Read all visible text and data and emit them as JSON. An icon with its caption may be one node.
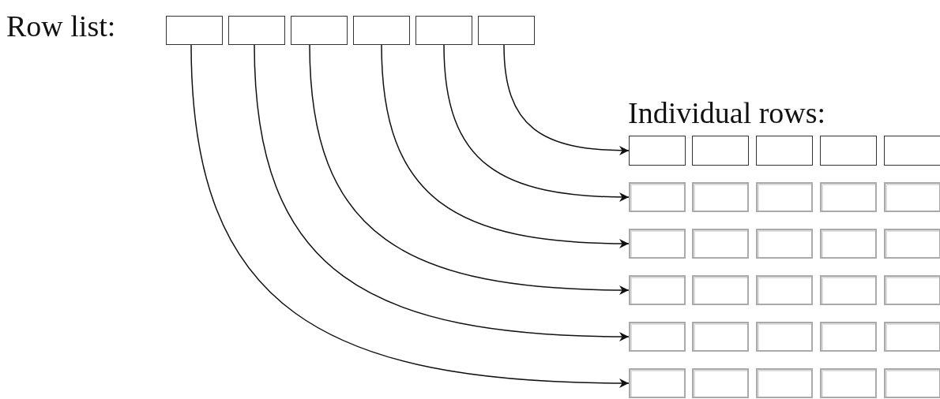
{
  "diagram": {
    "nodes": [
      {
        "text": [],
        "shape": "box"
      },
      {
        "text": [],
        "shape": "box"
      },
      {
        "text": [],
        "shape": "box"
      },
      {
        "text": [],
        "shape": "box"
      },
      {
        "text": [],
        "shape": "box"
      },
      {
        "text": [],
        "shape": "box"
      },
      {
        "text": [],
        "shape": "box"
      },
      {
        "text": [],
        "shape": "box"
      },
      {
        "text": [],
        "shape": "box"
      },
      {
        "text": [],
        "shape": "box"
      },
      {
        "text": [],
        "shape": "box"
      },
      {
        "text": [],
        "shape": "box"
      },
      {
        "text": [],
        "shape": "box"
      },
      {
        "text": [],
        "shape": "box"
      },
      {
        "text": [],
        "shape": "box"
      },
      {
        "text": [],
        "shape": "box"
      },
      {
        "text": [],
        "shape": "box"
      },
      {
        "text": [],
        "shape": "box"
      },
      {
        "text": [],
        "shape": "box"
      },
      {
        "text": [],
        "shape": "box"
      },
      {
        "text": [],
        "shape": "box"
      },
      {
        "text": [],
        "shape": "box"
      },
      {
        "text": [],
        "shape": "box"
      },
      {
        "text": [],
        "shape": "box"
      },
      {
        "text": [],
        "shape": "box"
      },
      {
        "text": [],
        "shape": "box"
      },
      {
        "text": [],
        "shape": "box"
      },
      {
        "text": [],
        "shape": "box"
      },
      {
        "text": [],
        "shape": "box"
      },
      {
        "text": [],
        "shape": "box"
      },
      {
        "text": [],
        "shape": "box"
      },
      {
        "text": [],
        "shape": "box"
      },
      {
        "text": [],
        "shape": "box"
      },
      {
        "text": [],
        "shape": "box"
      },
      {
        "text": [],
        "shape": "box"
      },
      {
        "text": [],
        "shape": "box"
      }
    ],
    "edges": [
      {
        "from": 0,
        "to": 31,
        "arrow": "to"
      },
      {
        "from": 1,
        "to": 26,
        "arrow": "to"
      },
      {
        "from": 2,
        "to": 21,
        "arrow": "to"
      },
      {
        "from": 3,
        "to": 16,
        "arrow": "to"
      },
      {
        "from": 4,
        "to": 11,
        "arrow": "to"
      },
      {
        "from": 5,
        "to": 6,
        "arrow": "to"
      }
    ],
    "labels": [
      "Row list:",
      "Individual rows:"
    ]
  }
}
